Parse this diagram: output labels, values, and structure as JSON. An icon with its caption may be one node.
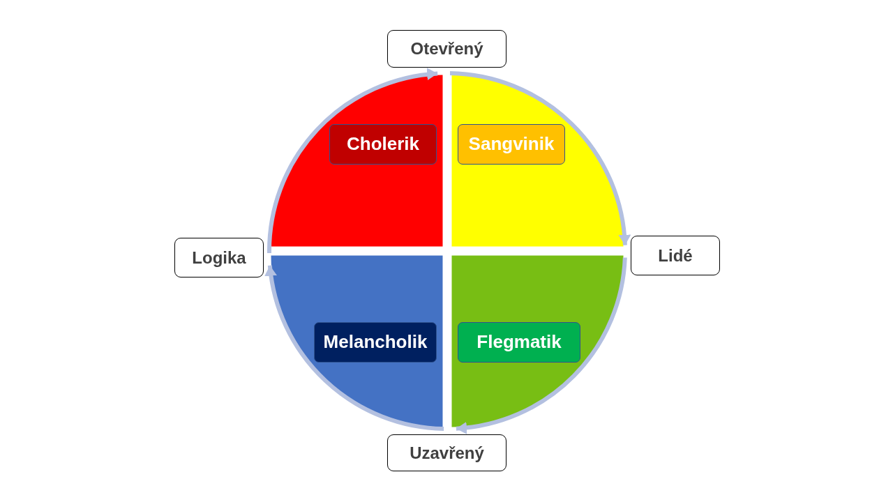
{
  "diagram": {
    "nodes": [
      {
        "text": [
          "Otevřený"
        ]
      },
      {
        "text": [
          "Cholerik"
        ]
      },
      {
        "text": [
          "Sangvinik"
        ]
      },
      {
        "text": [
          "Logika"
        ]
      },
      {
        "text": [
          "Lidé"
        ]
      },
      {
        "text": [
          "Melancholik"
        ]
      },
      {
        "text": [
          "Flegmatik"
        ]
      },
      {
        "text": [
          "Uzavřený"
        ]
      }
    ],
    "edges": [
      {
        "from": 3,
        "to": 0,
        "arrow": "to"
      },
      {
        "from": 0,
        "to": 4,
        "arrow": "to"
      },
      {
        "from": 4,
        "to": 7,
        "arrow": "to"
      },
      {
        "from": 7,
        "to": 3,
        "arrow": "to"
      }
    ]
  }
}
